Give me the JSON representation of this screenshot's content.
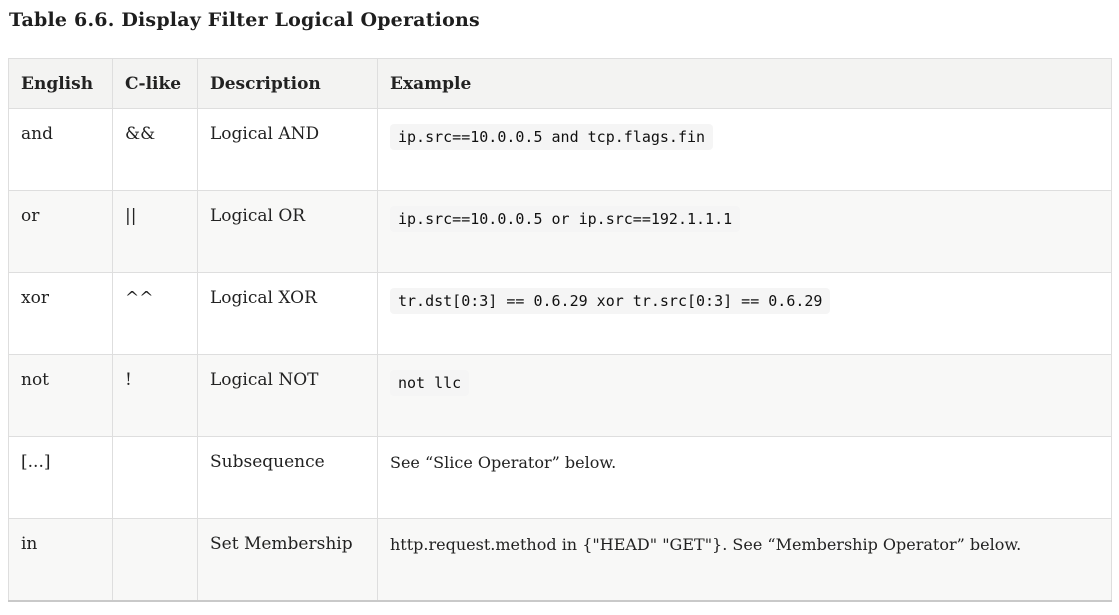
{
  "page": {
    "title": "Table 6.6. Display Filter Logical Operations"
  },
  "table": {
    "columns": [
      "English",
      "C-like",
      "Description",
      "Example"
    ],
    "rows": [
      {
        "english": "and",
        "clike": "&&",
        "description": "Logical AND",
        "example": "ip.src==10.0.0.5 and tcp.flags.fin",
        "example_is_code": true
      },
      {
        "english": "or",
        "clike": "||",
        "description": "Logical OR",
        "example": "ip.src==10.0.0.5 or ip.src==192.1.1.1",
        "example_is_code": true
      },
      {
        "english": "xor",
        "clike": "^^",
        "description": "Logical XOR",
        "example": "tr.dst[0:3] == 0.6.29 xor tr.src[0:3] == 0.6.29",
        "example_is_code": true
      },
      {
        "english": "not",
        "clike": "!",
        "description": "Logical NOT",
        "example": "not llc",
        "example_is_code": true
      },
      {
        "english": "[...]",
        "clike": "",
        "description": "Subsequence",
        "example": "See “Slice Operator” below.",
        "example_is_code": false
      },
      {
        "english": "in",
        "clike": "",
        "description": "Set Membership",
        "example": "http.request.method in {\"HEAD\" \"GET\"}. See “Membership Operator” below.",
        "example_is_code": false
      }
    ]
  },
  "colors": {
    "border": "#dedede",
    "header_background": "#f3f3f2",
    "stripe_background": "#f8f8f7",
    "code_chip_background": "#f5f5f5",
    "text": "#222222"
  }
}
